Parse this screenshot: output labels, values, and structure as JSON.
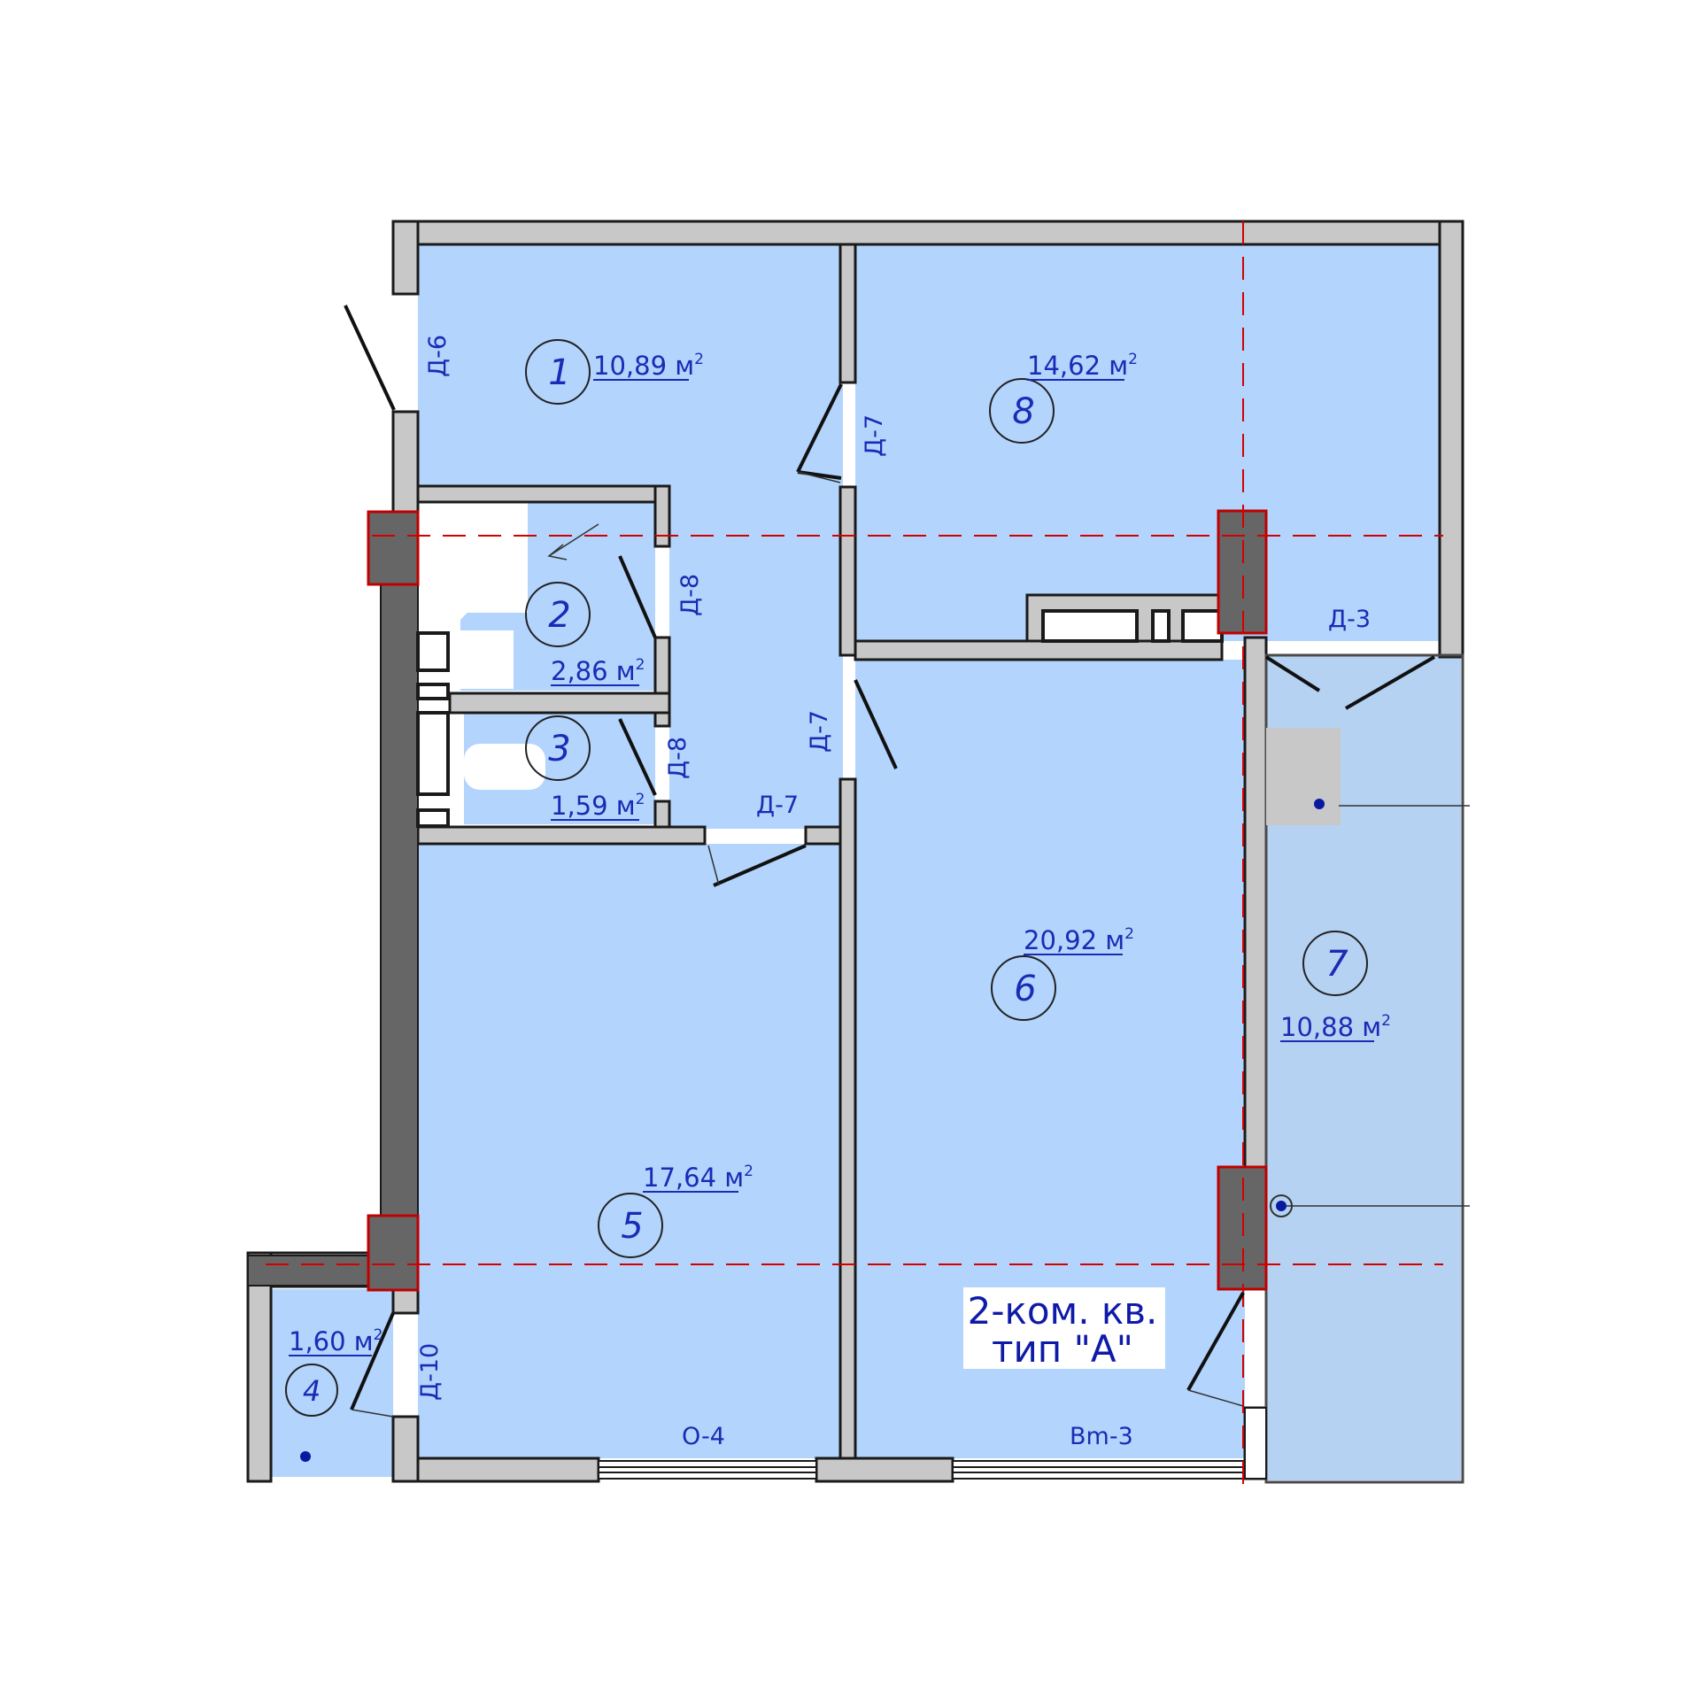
{
  "plan": {
    "title_line1": "2-ком. кв.",
    "title_line2": "тип \"A\"",
    "rooms": [
      {
        "number": "1",
        "area": "10,89 м",
        "sup": "2"
      },
      {
        "number": "2",
        "area": "2,86 м",
        "sup": "2"
      },
      {
        "number": "3",
        "area": "1,59 м",
        "sup": "2"
      },
      {
        "number": "4",
        "area": "1,60 м",
        "sup": "2"
      },
      {
        "number": "5",
        "area": "17,64 м",
        "sup": "2"
      },
      {
        "number": "6",
        "area": "20,92 м",
        "sup": "2"
      },
      {
        "number": "7",
        "area": "10,88 м",
        "sup": "2"
      },
      {
        "number": "8",
        "area": "14,62 м",
        "sup": "2"
      }
    ],
    "doors": {
      "d6": "Д-6",
      "d7_a": "Д-7",
      "d7_b": "Д-7",
      "d7_c": "Д-7",
      "d8_a": "Д-8",
      "d8_b": "Д-8",
      "d3": "Д-3",
      "d10": "Д-10"
    },
    "windows": {
      "o4": "O-4",
      "bm3": "Bm-3"
    },
    "colors": {
      "floor": "#b3d4fc",
      "wall": "#c8c8c8",
      "wall_outline": "#1a1a1a",
      "column": "#666666",
      "axis": "#d40000",
      "text": "#1a2bb5",
      "balcony": "#b5d2f2"
    }
  }
}
